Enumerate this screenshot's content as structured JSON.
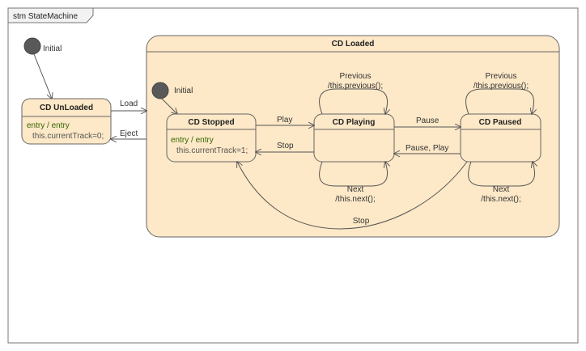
{
  "frame": {
    "label": "stm StateMachine"
  },
  "initial_outer": {
    "label": "Initial"
  },
  "initial_inner": {
    "label": "Initial"
  },
  "states": {
    "unloaded": {
      "title": "CD UnLoaded",
      "entry": "entry / entry",
      "action": "this.currentTrack=0;"
    },
    "loaded": {
      "title": "CD Loaded"
    },
    "stopped": {
      "title": "CD Stopped",
      "entry": "entry / entry",
      "action": "this.currentTrack=1;"
    },
    "playing": {
      "title": "CD Playing"
    },
    "paused": {
      "title": "CD Paused"
    }
  },
  "transitions": {
    "load": "Load",
    "eject": "Eject",
    "play": "Play",
    "stop_playing": "Stop",
    "pause": "Pause",
    "pause_play": "Pause, Play",
    "stop_paused": "Stop",
    "playing_previous_1": "Previous",
    "playing_previous_2": "/this.previous();",
    "playing_next_1": "Next",
    "playing_next_2": "/this.next();",
    "paused_previous_1": "Previous",
    "paused_previous_2": "/this.previous();",
    "paused_next_1": "Next",
    "paused_next_2": "/this.next();"
  }
}
